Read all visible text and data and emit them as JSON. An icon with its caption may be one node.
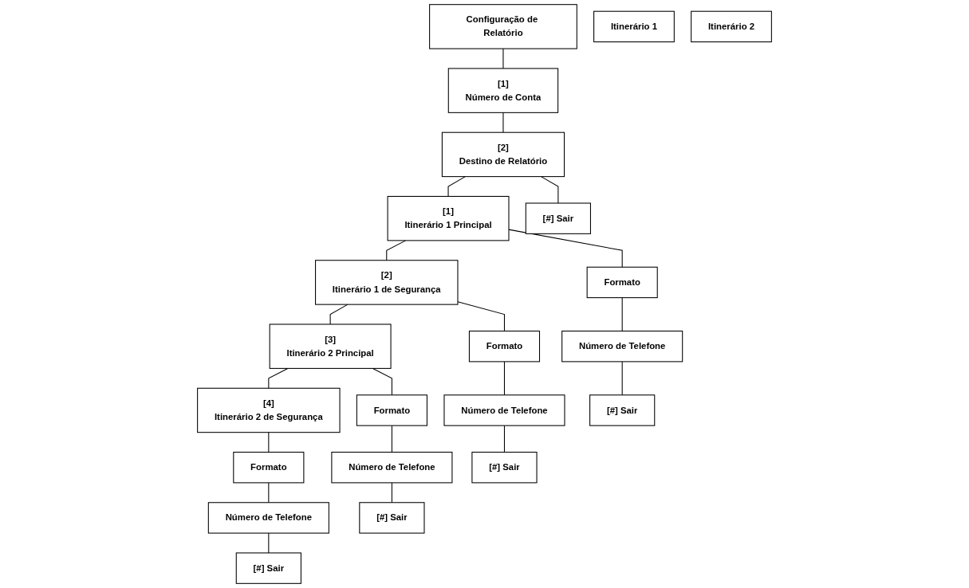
{
  "diagram": {
    "nodes": [
      {
        "text": [
          "Configuração de Relatório"
        ]
      },
      {
        "text": [
          "[1]",
          "Número de Conta"
        ]
      },
      {
        "text": [
          "[2]",
          "Destino de Relatório"
        ]
      },
      {
        "text": [
          "[1]",
          "Itinerário 1 Principal"
        ]
      },
      {
        "text": [
          "[2]",
          "Itinerário 1 de Segurança"
        ]
      },
      {
        "text": [
          "[3]",
          "Itinerário 2 Principal"
        ]
      },
      {
        "text": [
          "[4]",
          "Itinerário 2 de Segurança"
        ]
      },
      {
        "text": [
          "Formato"
        ]
      },
      {
        "text": [
          "Formato"
        ]
      },
      {
        "text": [
          "Formato"
        ]
      },
      {
        "text": [
          "Formato"
        ]
      },
      {
        "text": [
          "Número de Telefone"
        ]
      },
      {
        "text": [
          "Número de Telefone"
        ]
      },
      {
        "text": [
          "Número de Telefone"
        ]
      },
      {
        "text": [
          "Número de Telefone"
        ]
      },
      {
        "text": [
          "[#] Sair"
        ]
      },
      {
        "text": [
          "[#] Sair"
        ]
      },
      {
        "text": [
          "[#] Sair"
        ]
      },
      {
        "text": [
          "[#] Sair"
        ]
      },
      {
        "text": [
          "Itinerário 1"
        ]
      },
      {
        "text": [
          "Itinerário 2"
        ]
      },
      {
        "text": [
          "[#] Sair"
        ]
      }
    ],
    "edges": [
      {
        "from": 0,
        "to": 1,
        "arrow": "none"
      },
      {
        "from": 1,
        "to": 2,
        "arrow": "none"
      },
      {
        "from": 2,
        "to": 3,
        "arrow": "none"
      },
      {
        "from": 2,
        "to": 21,
        "arrow": "none"
      },
      {
        "from": 3,
        "to": 4,
        "arrow": "none"
      },
      {
        "from": 4,
        "to": 5,
        "arrow": "none"
      },
      {
        "from": 5,
        "to": 6,
        "arrow": "none"
      },
      {
        "from": 3,
        "to": 7,
        "arrow": "none"
      },
      {
        "from": 4,
        "to": 8,
        "arrow": "none"
      },
      {
        "from": 5,
        "to": 9,
        "arrow": "none"
      },
      {
        "from": 6,
        "to": 10,
        "arrow": "none"
      },
      {
        "from": 7,
        "to": 11,
        "arrow": "none"
      },
      {
        "from": 8,
        "to": 12,
        "arrow": "none"
      },
      {
        "from": 9,
        "to": 13,
        "arrow": "none"
      },
      {
        "from": 10,
        "to": 14,
        "arrow": "none"
      },
      {
        "from": 11,
        "to": 15,
        "arrow": "none"
      },
      {
        "from": 12,
        "to": 16,
        "arrow": "none"
      },
      {
        "from": 13,
        "to": 17,
        "arrow": "none"
      },
      {
        "from": 14,
        "to": 18,
        "arrow": "none"
      }
    ]
  }
}
